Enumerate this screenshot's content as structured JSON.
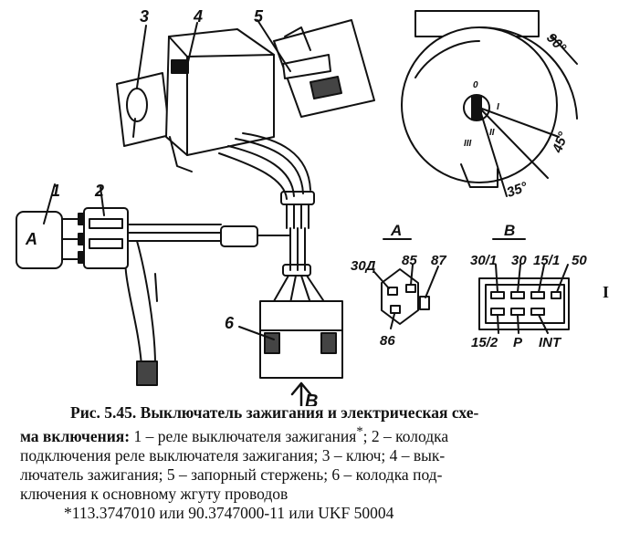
{
  "figure": {
    "callouts": [
      "1",
      "2",
      "3",
      "4",
      "5",
      "6"
    ],
    "view_a_letter": "A",
    "view_b_letter": "B",
    "connector_a": {
      "title": "A",
      "pins": [
        "30Д",
        "85",
        "87",
        "86"
      ]
    },
    "connector_b": {
      "title": "B",
      "pins": [
        "30/1",
        "30",
        "15/1",
        "50",
        "15/2",
        "P",
        "INT"
      ]
    },
    "angles": [
      "90°",
      "45°",
      "35°"
    ],
    "key_marks": [
      "0",
      "I",
      "II",
      "III"
    ]
  },
  "caption": {
    "title": "Рис. 5.45. Выключатель зажигания и электрическая схе-",
    "title2": "ма включения:",
    "line1_rest": " 1 – реле выключателя зажигания",
    "line1_star": "*",
    "line1_end": "; 2 – колодка",
    "line2": "подключения реле выключателя зажигания; 3 – ключ; 4 – вык-",
    "line3": "лючатель зажигания; 5 – запорный стержень; 6 – колодка под-",
    "line4": "ключения к основному жгуту проводов",
    "footnote": "*113.3747010 или 90.3747000-11 или UKF 50004"
  },
  "side_mark": "I"
}
